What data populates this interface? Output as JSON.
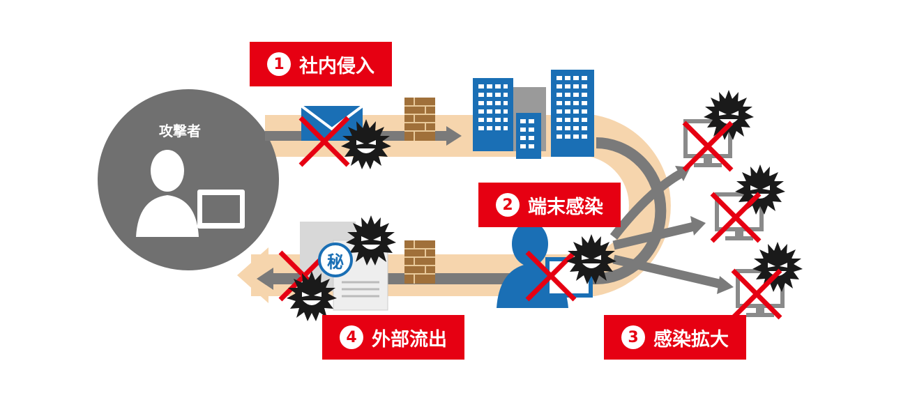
{
  "attacker": {
    "label": "攻撃者"
  },
  "steps": [
    {
      "number": "1",
      "label": "社内侵入"
    },
    {
      "number": "2",
      "label": "端末感染"
    },
    {
      "number": "3",
      "label": "感染拡大"
    },
    {
      "number": "4",
      "label": "外部流出"
    }
  ],
  "document": {
    "stamp": "秘"
  },
  "colors": {
    "red": "#e60012",
    "blue": "#1a6fb5",
    "gray": "#777777",
    "band": "#f6d5ad",
    "brick": "#a0703a"
  }
}
